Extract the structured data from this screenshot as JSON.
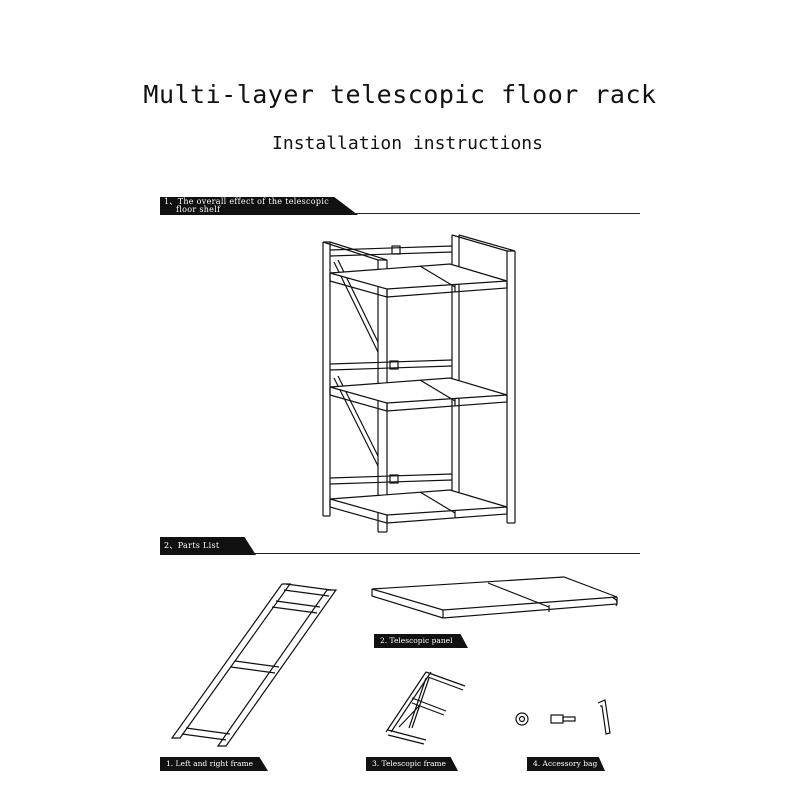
{
  "document": {
    "title": "Multi-layer telescopic floor rack",
    "subtitle": "Installation instructions"
  },
  "sections": {
    "overall": {
      "label_line1": "1、The overall effect of the telescopic",
      "label_line2": "floor shelf"
    },
    "parts": {
      "label": "2、Parts List"
    }
  },
  "parts": {
    "frame": "1. Left and right frame",
    "panel": "2. Telescopic panel",
    "telescopic_frame": "3. Telescopic frame",
    "accessory": "4. Accessory bag"
  }
}
